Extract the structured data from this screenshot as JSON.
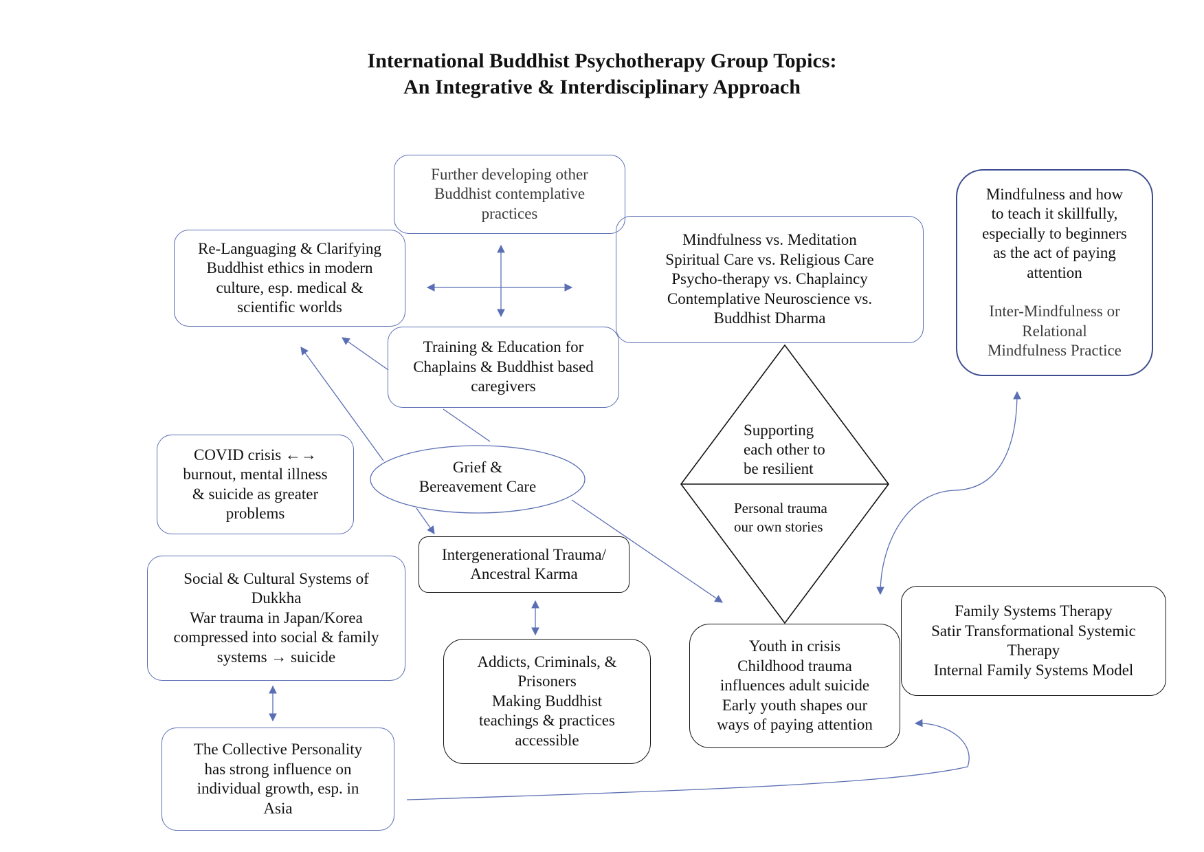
{
  "title": {
    "line1": "International Buddhist Psychotherapy Group Topics:",
    "line2": "An Integrative & Interdisciplinary Approach"
  },
  "nodes": {
    "contemplative": [
      "Further developing other",
      "Buddhist contemplative",
      "practices"
    ],
    "relanguaging": [
      "Re-Languaging & Clarifying",
      "Buddhist ethics in modern",
      "culture, esp. medical &",
      "scientific worlds"
    ],
    "training": [
      "Training & Education for",
      "Chaplains & Buddhist based",
      "caregivers"
    ],
    "versus": [
      "Mindfulness vs. Meditation",
      "Spiritual Care vs. Religious Care",
      "Psycho-therapy vs. Chaplaincy",
      "Contemplative Neuroscience vs.",
      "Buddhist Dharma"
    ],
    "mindfulness_teach": [
      "Mindfulness and how",
      "to teach it skillfully,",
      "especially to beginners",
      "as the act of paying",
      "attention"
    ],
    "inter_mindfulness": [
      "Inter-Mindfulness or",
      "Relational",
      "Mindfulness Practice"
    ],
    "covid": [
      "COVID crisis ←→",
      "burnout, mental illness",
      "& suicide as greater",
      "problems"
    ],
    "grief": [
      "Grief &",
      "Bereavement Care"
    ],
    "diamond_top": [
      "Supporting",
      "each other to",
      "be resilient"
    ],
    "diamond_bottom": [
      "Personal trauma",
      "our own stories"
    ],
    "intergenerational": [
      "Intergenerational Trauma/",
      "Ancestral Karma"
    ],
    "social": [
      "Social & Cultural Systems of",
      "Dukkha",
      "War trauma in Japan/Korea",
      "compressed into social & family",
      "systems → suicide"
    ],
    "addicts": [
      "Addicts, Criminals, &",
      "Prisoners",
      "Making Buddhist",
      "teachings & practices",
      "accessible"
    ],
    "youth": [
      "Youth in crisis",
      "Childhood trauma",
      "influences adult suicide",
      "Early youth shapes our",
      "ways of paying attention"
    ],
    "family": [
      "Family Systems Therapy",
      "Satir Transformational Systemic",
      "Therapy",
      "Internal Family Systems Model"
    ],
    "collective": [
      "The Collective Personality",
      "has strong influence on",
      "individual growth, esp. in",
      "Asia"
    ]
  },
  "colors": {
    "blue_border": "#5a6eb3",
    "arrow_blue": "#5a6eb3",
    "dark_blue_border": "#3b4b8e",
    "black": "#111111"
  }
}
